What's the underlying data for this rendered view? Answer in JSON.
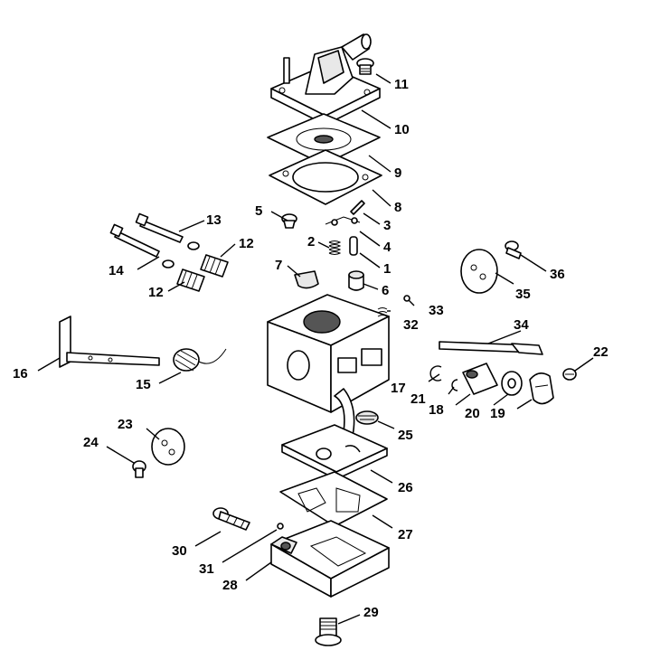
{
  "diagram": {
    "callouts": [
      {
        "id": "c1",
        "text": "1"
      },
      {
        "id": "c2",
        "text": "2"
      },
      {
        "id": "c3",
        "text": "3"
      },
      {
        "id": "c4",
        "text": "4"
      },
      {
        "id": "c5",
        "text": "5"
      },
      {
        "id": "c6",
        "text": "6"
      },
      {
        "id": "c7",
        "text": "7"
      },
      {
        "id": "c8",
        "text": "8"
      },
      {
        "id": "c9",
        "text": "9"
      },
      {
        "id": "c10",
        "text": "10"
      },
      {
        "id": "c11",
        "text": "11"
      },
      {
        "id": "c12a",
        "text": "12"
      },
      {
        "id": "c12b",
        "text": "12"
      },
      {
        "id": "c13",
        "text": "13"
      },
      {
        "id": "c14",
        "text": "14"
      },
      {
        "id": "c15",
        "text": "15"
      },
      {
        "id": "c16",
        "text": "16"
      },
      {
        "id": "c17",
        "text": "17"
      },
      {
        "id": "c18",
        "text": "18"
      },
      {
        "id": "c19",
        "text": "19"
      },
      {
        "id": "c20",
        "text": "20"
      },
      {
        "id": "c21",
        "text": "21"
      },
      {
        "id": "c22",
        "text": "22"
      },
      {
        "id": "c23",
        "text": "23"
      },
      {
        "id": "c24",
        "text": "24"
      },
      {
        "id": "c25",
        "text": "25"
      },
      {
        "id": "c26",
        "text": "26"
      },
      {
        "id": "c27",
        "text": "27"
      },
      {
        "id": "c28",
        "text": "28"
      },
      {
        "id": "c29",
        "text": "29"
      },
      {
        "id": "c30",
        "text": "30"
      },
      {
        "id": "c31",
        "text": "31"
      },
      {
        "id": "c32",
        "text": "32"
      },
      {
        "id": "c33",
        "text": "33"
      },
      {
        "id": "c34",
        "text": "34"
      },
      {
        "id": "c35",
        "text": "35"
      },
      {
        "id": "c36",
        "text": "36"
      }
    ]
  }
}
